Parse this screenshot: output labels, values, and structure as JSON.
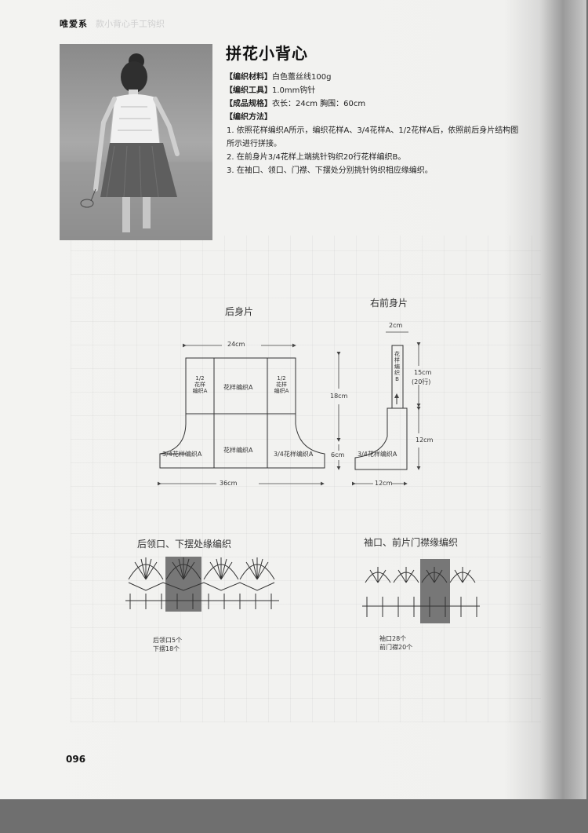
{
  "header": {
    "tag": "唯爱系",
    "ghost_text": "款小背心手工钩织"
  },
  "title": "拼花小背心",
  "info": {
    "material_key": "【编织材料】",
    "material_val": "白色蕾丝线100g",
    "tool_key": "【编织工具】",
    "tool_val": "1.0mm钩针",
    "size_key": "【成品规格】",
    "size_val": "衣长：24cm  胸围：60cm",
    "method_key": "【编织方法】",
    "steps": [
      "1. 依照花样编织A所示，编织花样A、3/4花样A、1/2花样A后，依照前后身片结构图",
      "所示进行拼接。",
      "2. 在前身片3/4花样上端挑针钩织20行花样编织B。",
      "3. 在袖口、领口、门襟、下摆处分别挑针钩织相应缘编织。"
    ]
  },
  "back": {
    "title": "后身片",
    "width_top": "24cm",
    "width_bottom": "36cm",
    "height_right": "18cm",
    "height_low": "6cm",
    "cell_half": "1/2\n花样\n编织A",
    "cell_center_top": "花样编织A",
    "cell_center_bottom": "花样编织A",
    "cell_34": "3/4花样编织A"
  },
  "front": {
    "title": "右前身片",
    "strap_width": "2cm",
    "strap_label": "花样编织B",
    "strap_height": "15cm",
    "strap_rows": "(20行)",
    "body_height": "12cm",
    "cell_34": "3/4花样编织A",
    "width_bottom": "12cm"
  },
  "edge_back": {
    "title": "后领口、下摆处缘编织",
    "note1": "后领口5个",
    "note2": "下摆18个"
  },
  "edge_front": {
    "title": "袖口、前片门襟缘编织",
    "note1": "袖口28个",
    "note2": "前门襟20个"
  },
  "page_number": "096",
  "photo": {
    "icon": "photo-girl-vest"
  }
}
